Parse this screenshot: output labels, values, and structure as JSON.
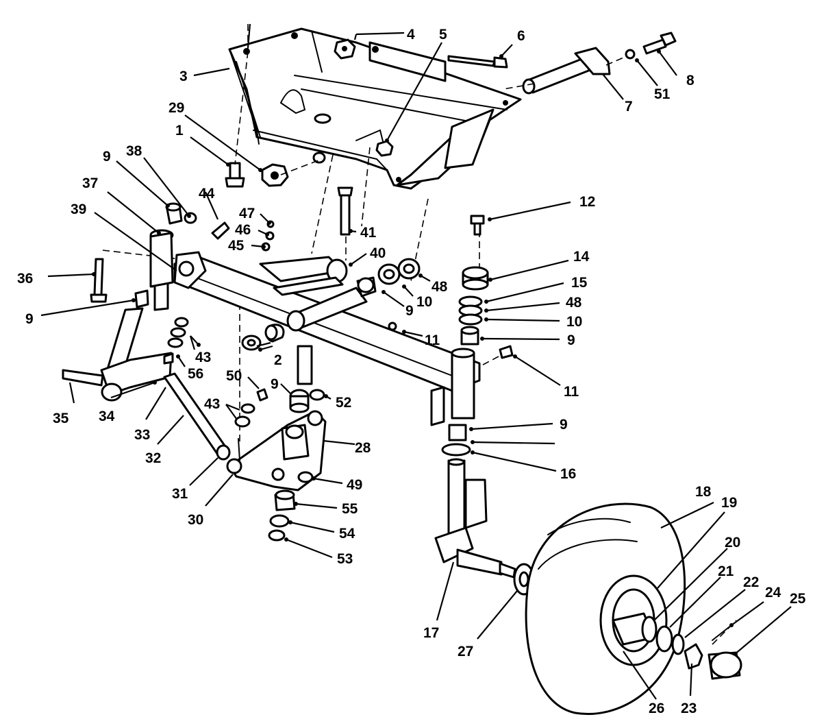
{
  "diagram": {
    "type": "exploded-parts-view",
    "line_color": "#000000",
    "background": "#ffffff"
  },
  "callouts": [
    "1",
    "2",
    "3",
    "4",
    "5",
    "6",
    "7",
    "8",
    "9",
    "10",
    "11",
    "12",
    "14",
    "15",
    "16",
    "17",
    "18",
    "19",
    "20",
    "21",
    "22",
    "23",
    "24",
    "25",
    "26",
    "27",
    "28",
    "29",
    "30",
    "31",
    "32",
    "33",
    "34",
    "35",
    "36",
    "37",
    "38",
    "39",
    "40",
    "41",
    "43",
    "44",
    "45",
    "46",
    "47",
    "48",
    "49",
    "50",
    "51",
    "52",
    "53",
    "54",
    "55",
    "56"
  ],
  "labels": {
    "c1": "1",
    "c2": "2",
    "c3": "3",
    "c4": "4",
    "c5": "5",
    "c6": "6",
    "c7": "7",
    "c8": "8",
    "c9a": "9",
    "c9b": "9",
    "c9c": "9",
    "c9d": "9",
    "c9e": "9",
    "c9f": "9",
    "c10a": "10",
    "c10b": "10",
    "c11a": "11",
    "c11b": "11",
    "c12": "12",
    "c14": "14",
    "c15": "15",
    "c16": "16",
    "c17": "17",
    "c18": "18",
    "c19": "19",
    "c20": "20",
    "c21": "21",
    "c22": "22",
    "c23": "23",
    "c24": "24",
    "c25": "25",
    "c26": "26",
    "c27": "27",
    "c28": "28",
    "c29": "29",
    "c30": "30",
    "c31": "31",
    "c32": "32",
    "c33": "33",
    "c34": "34",
    "c35": "35",
    "c36": "36",
    "c37": "37",
    "c38": "38",
    "c39": "39",
    "c40": "40",
    "c41": "41",
    "c43a": "43",
    "c43b": "43",
    "c44": "44",
    "c45": "45",
    "c46": "46",
    "c47": "47",
    "c48a": "48",
    "c48b": "48",
    "c49": "49",
    "c50": "50",
    "c51": "51",
    "c52": "52",
    "c53": "53",
    "c54": "54",
    "c55": "55",
    "c56": "56"
  }
}
